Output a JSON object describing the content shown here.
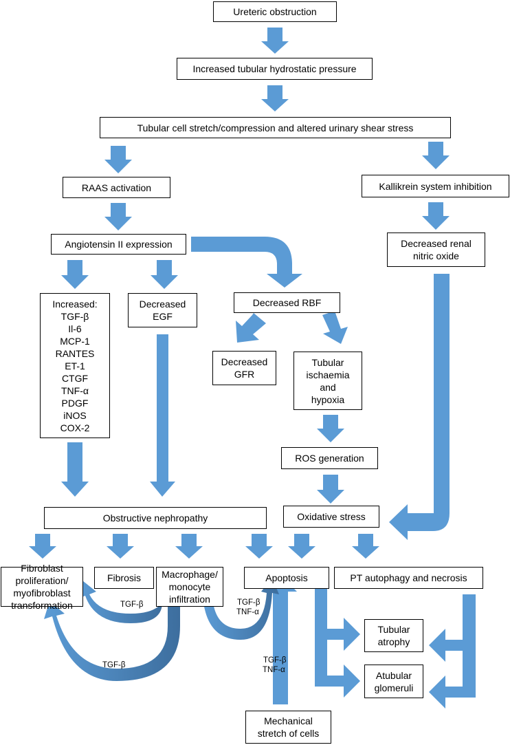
{
  "boxes": {
    "ureteric_obstruction": "Ureteric obstruction",
    "increased_pressure": "Increased tubular hydrostatic pressure",
    "tubular_stretch": "Tubular cell stretch/compression and altered urinary shear stress",
    "raas": "RAAS activation",
    "kallikrein": "Kallikrein system inhibition",
    "angiotensin": "Angiotensin II expression",
    "no_line1": "Decreased renal",
    "no_line2": "nitric oxide",
    "increased_list": [
      "Increased:",
      "TGF-β",
      "Il-6",
      "MCP-1",
      "RANTES",
      "ET-1",
      "CTGF",
      "TNF-α",
      "PDGF",
      "iNOS",
      "COX-2"
    ],
    "egf_line1": "Decreased",
    "egf_line2": "EGF",
    "rbf": "Decreased RBF",
    "gfr_line1": "Decreased",
    "gfr_line2": "GFR",
    "ischaemia_lines": [
      "Tubular",
      "ischaemia",
      "and",
      "hypoxia"
    ],
    "ros": "ROS generation",
    "obstructive": "Obstructive nephropathy",
    "oxidative": "Oxidative stress",
    "fibroblast_lines": [
      "Fibroblast",
      "proliferation/",
      "myofibroblast",
      "transformation"
    ],
    "fibrosis": "Fibrosis",
    "macrophage_lines": [
      "Macrophage/",
      "monocyte",
      "infiltration"
    ],
    "apoptosis": "Apoptosis",
    "pt_autophagy": "PT autophagy and necrosis",
    "atrophy_lines": [
      "Tubular",
      "atrophy"
    ],
    "atubular_lines": [
      "Atubular",
      "glomeruli"
    ],
    "mechanical_lines": [
      "Mechanical",
      "stretch of cells"
    ]
  },
  "arrow_labels": {
    "tgf_fibrosis": "TGF-β",
    "tgf_fibroblast": "TGF-β",
    "tgf_apoptosis": "TGF-β",
    "tnf_apoptosis": "TNF-α",
    "tgf_mechanical": "TGF-β",
    "tnf_mechanical": "TNF-α"
  },
  "colors": {
    "arrow": "#5b9bd5",
    "arrow_dark": "#3d6e9e",
    "border": "#000000"
  }
}
